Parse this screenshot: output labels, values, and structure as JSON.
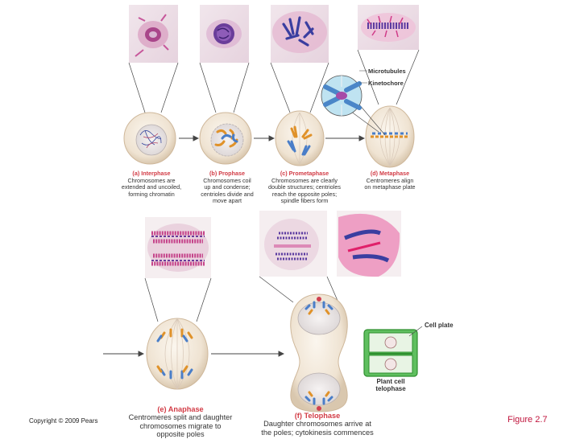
{
  "colors": {
    "accent": "#c0143c",
    "heading": "#d23c46"
  },
  "phases": [
    {
      "id": "interphase",
      "heading": "(a) Interphase",
      "desc": [
        "Chromosomes are",
        "extended and uncoiled,",
        "forming chromatin"
      ]
    },
    {
      "id": "prophase",
      "heading": "(b) Prophase",
      "desc": [
        "Chromosomes coil",
        "up and condense;",
        "centrioles divide and",
        "move apart"
      ]
    },
    {
      "id": "prometaphase",
      "heading": "(c) Prometaphase",
      "desc": [
        "Chromosomes are clearly",
        "double structures; centrioles",
        "reach the opposite poles;",
        "spindle fibers form"
      ]
    },
    {
      "id": "metaphase",
      "heading": "(d) Metaphase",
      "desc": [
        "Centromeres align",
        "on metaphase plate"
      ]
    },
    {
      "id": "anaphase",
      "heading": "(e) Anaphase",
      "desc": [
        "Centromeres split and daughter",
        "chromosomes migrate to",
        "opposite poles"
      ]
    },
    {
      "id": "telophase",
      "heading": "(f) Telophase",
      "desc": [
        "Daughter chromosomes arrive at",
        "the poles; cytokinesis commences"
      ]
    }
  ],
  "labels": {
    "microtubules": "Microtubules",
    "kinetochore": "Kinetochore",
    "cell_plate": "Cell plate",
    "plant_cell": [
      "Plant cell",
      "telophase"
    ]
  },
  "footer": {
    "copyright": "Copyright © 2009 Pears",
    "figure": "Figure 2.7"
  }
}
